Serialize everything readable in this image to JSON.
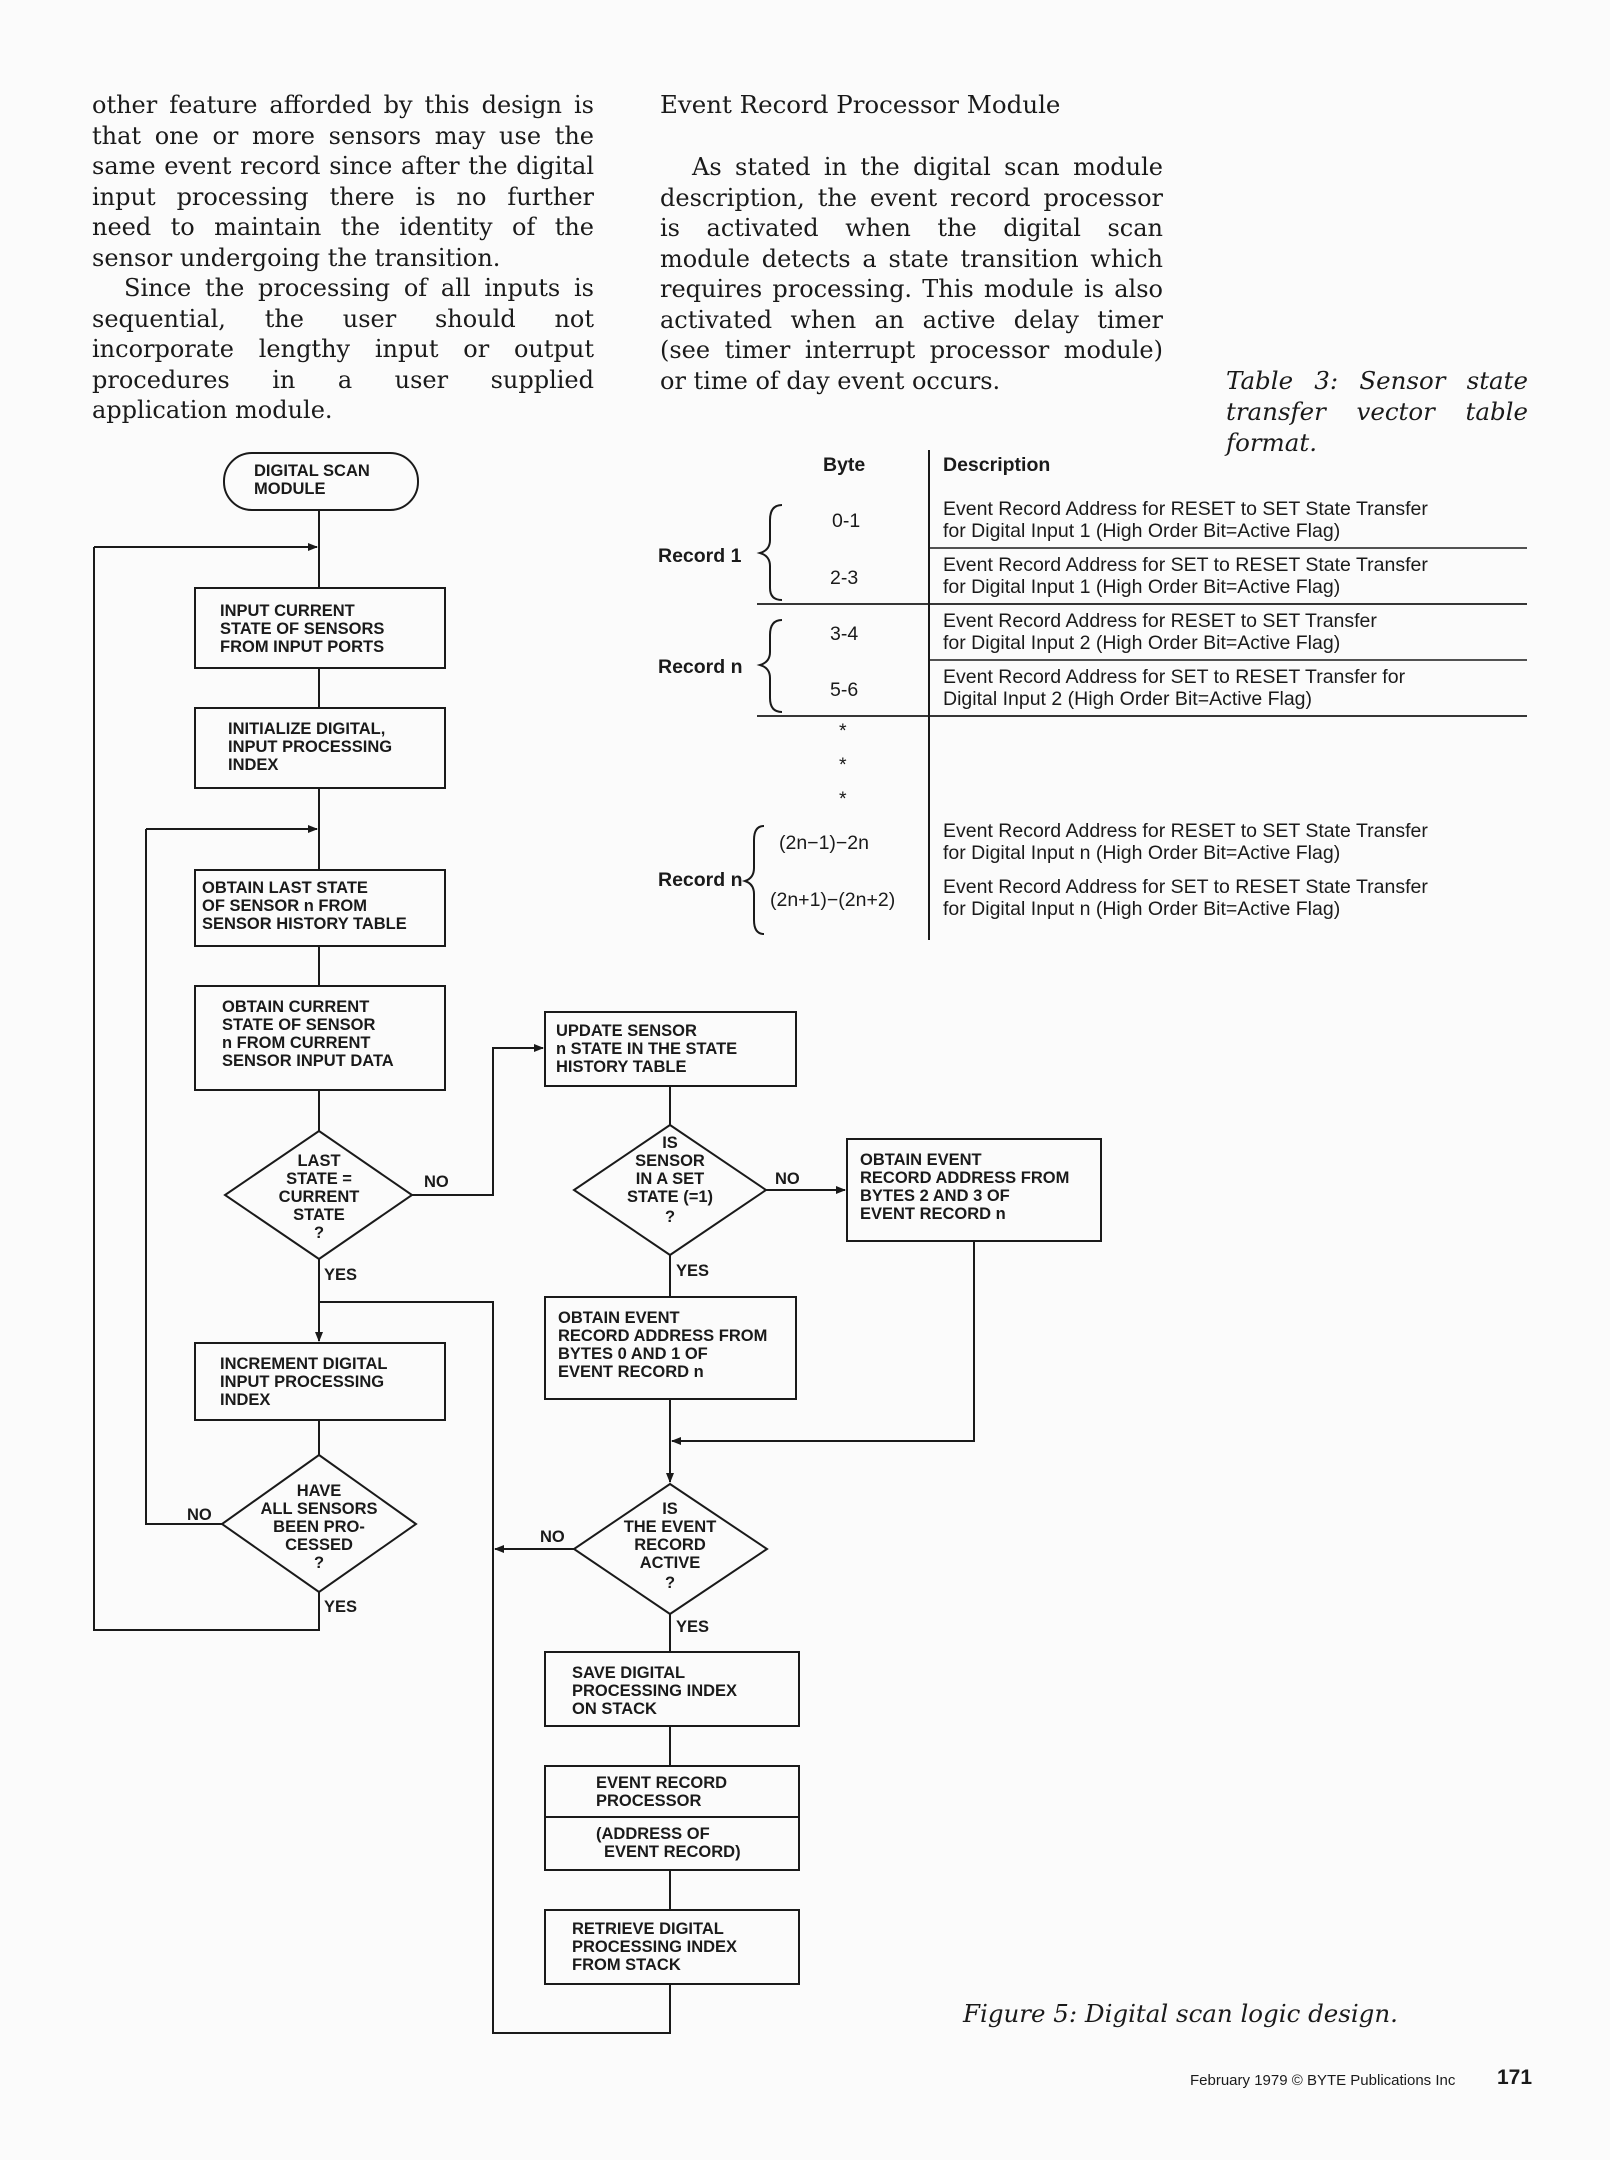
{
  "left_text": {
    "p1": "other feature afforded by this design is that one or more sensors may use the same event record since after the digital input processing there is no further need to maintain the identity of the sensor undergoing the transition.",
    "p2": "Since the processing of all inputs is sequential, the user should not incorporate lengthy input or output procedures in a user supplied application module."
  },
  "right_text": {
    "heading": "Event Record Processor Module",
    "p1": "As stated in the digital scan module description, the event record processor is activated when the digital scan module detects a state transition which requires processing. This module is also activated when an active delay timer (see timer interrupt processor module) or time of day event occurs."
  },
  "table": {
    "caption": "Table 3: Sensor state transfer vector table format.",
    "header_byte": "Byte",
    "header_desc": "Description",
    "record_label_1": "Record 1",
    "record_label_n": "Record n",
    "rows": [
      {
        "byte": "0-1",
        "desc1": "Event Record Address for RESET to SET State Transfer",
        "desc2": "for Digital Input 1 (High Order Bit=Active Flag)"
      },
      {
        "byte": "2-3",
        "desc1": "Event Record Address for SET to RESET State Transfer",
        "desc2": "for Digital Input 1 (High Order Bit=Active Flag)"
      },
      {
        "byte": "3-4",
        "desc1": "Event Record Address for RESET to SET Transfer",
        "desc2": "for Digital Input 2 (High Order Bit=Active Flag)"
      },
      {
        "byte": "5-6",
        "desc1": "Event Record Address for SET to RESET Transfer for",
        "desc2": "Digital Input 2 (High Order Bit=Active Flag)"
      },
      {
        "byte": "(2n−1)−2n",
        "desc1": "Event Record Address for RESET to SET State Transfer",
        "desc2": "for Digital Input n (High Order Bit=Active Flag)"
      },
      {
        "byte": "(2n+1)−(2n+2)",
        "desc1": "Event Record Address for SET to RESET State Transfer",
        "desc2": "for Digital Input n (High Order Bit=Active Flag)"
      }
    ],
    "ellipsis": "*"
  },
  "flowchart": {
    "start": [
      "DIGITAL SCAN",
      "MODULE"
    ],
    "box_input": [
      "INPUT CURRENT",
      "STATE OF SENSORS",
      "FROM INPUT PORTS"
    ],
    "box_init": [
      "INITIALIZE DIGITAL,",
      "INPUT PROCESSING",
      "INDEX"
    ],
    "box_last": [
      "OBTAIN LAST STATE",
      "OF SENSOR n FROM",
      "SENSOR HISTORY TABLE"
    ],
    "box_current": [
      "OBTAIN CURRENT",
      "STATE OF SENSOR",
      "n FROM CURRENT",
      "SENSOR INPUT DATA"
    ],
    "dec_last": [
      "LAST",
      "STATE =",
      "CURRENT",
      "STATE",
      "?"
    ],
    "box_increment": [
      "INCREMENT DIGITAL",
      "INPUT PROCESSING",
      "INDEX"
    ],
    "dec_have": [
      "HAVE",
      "ALL SENSORS",
      "BEEN PRO-",
      "CESSED",
      "?"
    ],
    "box_update": [
      "UPDATE SENSOR",
      "n STATE IN THE STATE",
      "HISTORY TABLE"
    ],
    "dec_set": [
      "IS",
      "SENSOR",
      "IN A SET",
      "STATE (=1)",
      "?"
    ],
    "box_obtain23": [
      "OBTAIN EVENT",
      "RECORD ADDRESS FROM",
      "BYTES 2 AND 3 OF",
      "EVENT RECORD n"
    ],
    "box_obtain01": [
      "OBTAIN EVENT",
      "RECORD ADDRESS FROM",
      "BYTES 0 AND 1 OF",
      "EVENT RECORD n"
    ],
    "dec_active": [
      "IS",
      "THE EVENT",
      "RECORD",
      "ACTIVE",
      "?"
    ],
    "box_save": [
      "SAVE DIGITAL",
      "PROCESSING INDEX",
      "ON STACK"
    ],
    "box_erp_top": [
      "EVENT RECORD",
      "PROCESSOR"
    ],
    "box_erp_bottom": [
      "(ADDRESS OF",
      "EVENT RECORD)"
    ],
    "box_retrieve": [
      "RETRIEVE DIGITAL",
      "PROCESSING INDEX",
      "FROM STACK"
    ],
    "label_no": "NO",
    "label_yes": "YES"
  },
  "figure_caption": "Figure 5: Digital scan logic design.",
  "footer": "February 1979 © BYTE Publications Inc",
  "page_number": "171"
}
